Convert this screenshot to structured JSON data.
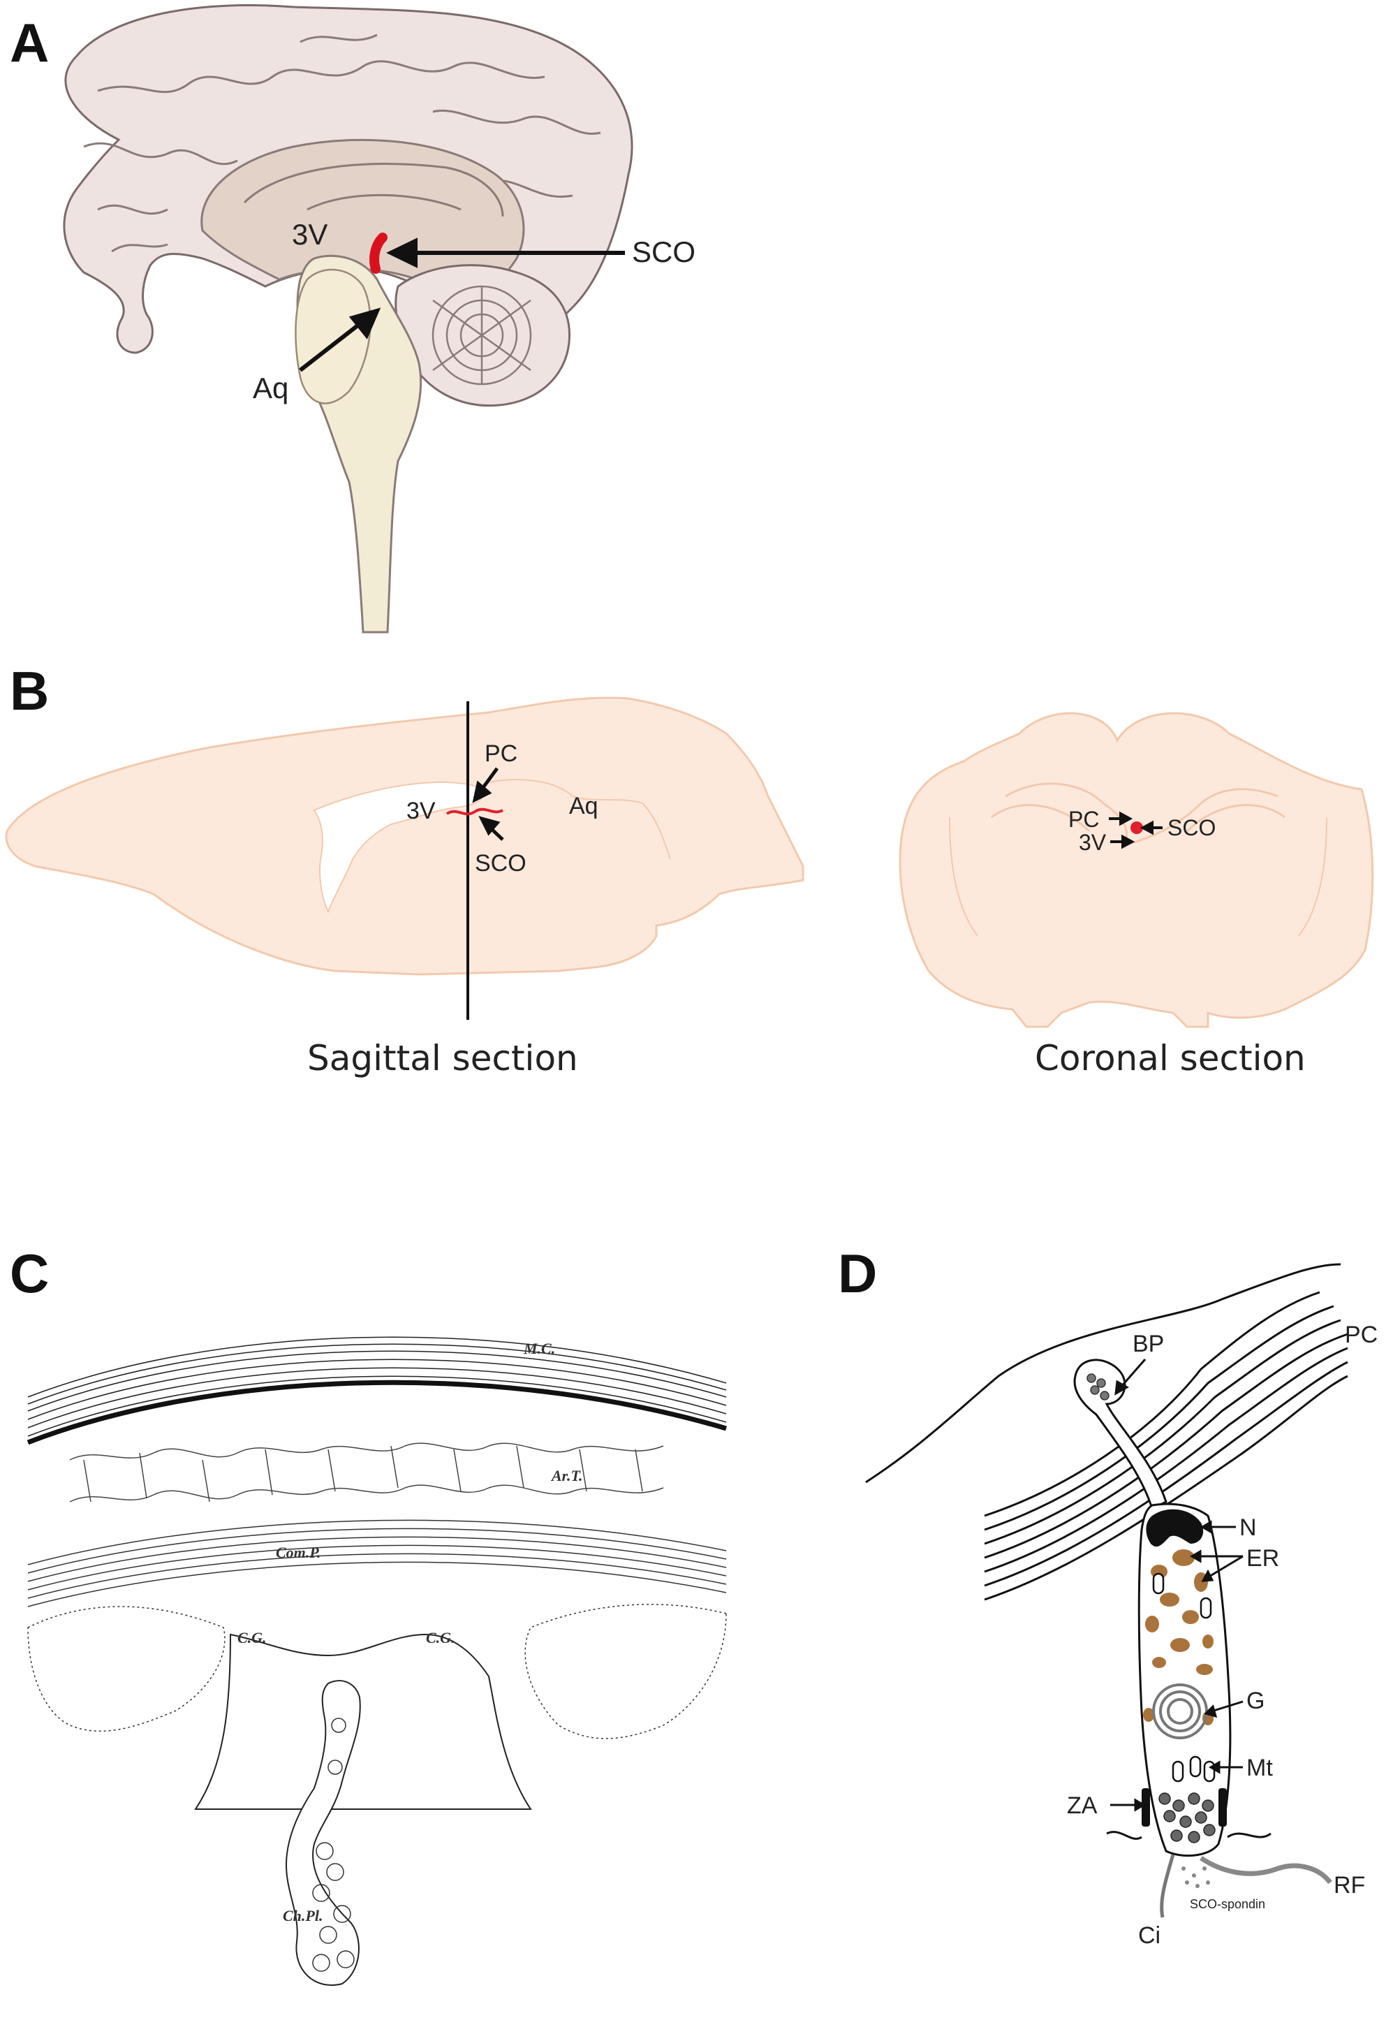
{
  "panels": {
    "a": {
      "letter": "A",
      "labels": {
        "third_ventricle": "3V",
        "sco": "SCO",
        "aqueduct": "Aq"
      }
    },
    "b": {
      "letter": "B",
      "sagittal": {
        "caption": "Sagittal section",
        "labels": {
          "third_ventricle": "3V",
          "posterior_commissure": "PC",
          "sco": "SCO",
          "aqueduct": "Aq"
        }
      },
      "coronal": {
        "caption": "Coronal section",
        "labels": {
          "posterior_commissure": "PC",
          "third_ventricle": "3V",
          "sco": "SCO"
        }
      }
    },
    "c": {
      "letter": "C",
      "labels": {
        "mc": "M.C.",
        "art": "Ar.T.",
        "comp": "Com.P.",
        "cg_left": "C.G.",
        "cg_right": "C.G.",
        "chpl": "Ch.Pl."
      }
    },
    "d": {
      "letter": "D",
      "labels": {
        "bp": "BP",
        "pc": "PC",
        "n": "N",
        "er": "ER",
        "g": "G",
        "mt": "Mt",
        "za": "ZA",
        "ci": "Ci",
        "rf": "RF",
        "sco_spondin": "SCO-spondin"
      }
    }
  },
  "colors": {
    "brain_pink": "#efe3e2",
    "brain_outline": "#7a6a68",
    "inner_tan": "#e3d2c8",
    "brainstem": "#f2ecd5",
    "sco_red": "#d8121c",
    "section_fill": "#fde9dc",
    "section_outline": "#f2c9ad",
    "organelle_brown": "#a8743c"
  }
}
